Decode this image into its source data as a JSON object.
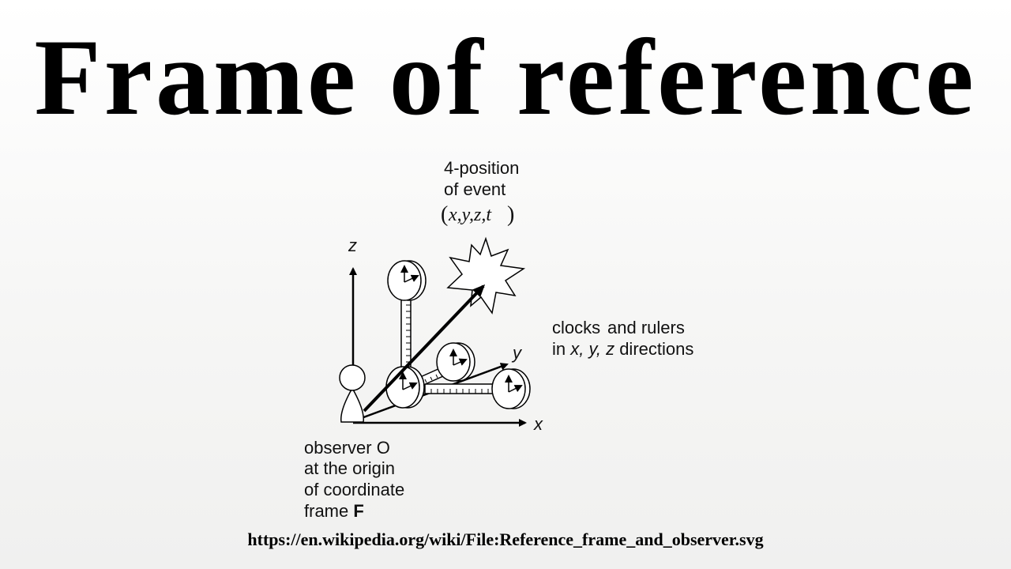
{
  "title": "Frame of reference",
  "source_url": "https://en.wikipedia.org/wiki/File:Reference_frame_and_observer.svg",
  "diagram": {
    "event_label": {
      "line1": "4-position",
      "line2": "of event",
      "coords_open": "(",
      "coords": "x,y,z,t",
      "coords_close": ")"
    },
    "axes": {
      "x": "x",
      "y": "y",
      "z": "z"
    },
    "clocks_label": {
      "line1_a": "clocks",
      "line1_b": "and rulers",
      "line2_prefix": "in ",
      "line2_axes": "x, y, z",
      "line2_suffix": " directions"
    },
    "observer_label": {
      "line1": "observer O",
      "line2": "at the origin",
      "line3": "of coordinate",
      "line4_prefix": "frame ",
      "line4_bold": "F"
    }
  }
}
